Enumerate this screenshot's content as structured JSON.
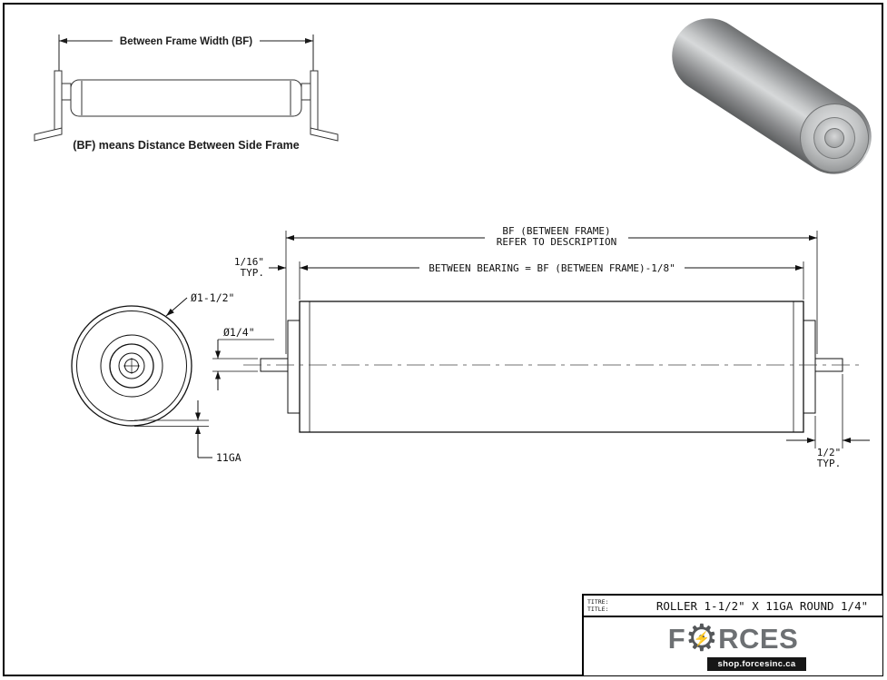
{
  "frame_diagram": {
    "dim_label": "Between Frame Width (BF)",
    "caption": "(BF) means Distance Between Side Frame"
  },
  "drawing": {
    "bf_label_line1": "BF (BETWEEN FRAME)",
    "bf_label_line2": "REFER TO DESCRIPTION",
    "between_bearing_label": "BETWEEN BEARING = BF (BETWEEN FRAME)-1/8\"",
    "end_gap_line1": "1/16\"",
    "end_gap_line2": "TYP.",
    "roller_diameter": "Ø1-1/2\"",
    "axle_diameter": "Ø1/4\"",
    "wall_gauge": "11GA",
    "axle_tail_line1": "1/2\"",
    "axle_tail_line2": "TYP."
  },
  "title_block": {
    "label_line1": "TITRE:",
    "label_line2": "TITLE:",
    "title": "ROLLER 1-1/2\" X 11GA ROUND 1/4\"",
    "logo": {
      "prefix": "F",
      "suffix": "RCES",
      "gear_glyph": "⚙",
      "bolt_glyph": "⚡",
      "tagline": "shop.forcesinc.ca",
      "text_color": "#6d7073",
      "accent_color": "#f0a400",
      "bar_background": "#161616"
    }
  }
}
